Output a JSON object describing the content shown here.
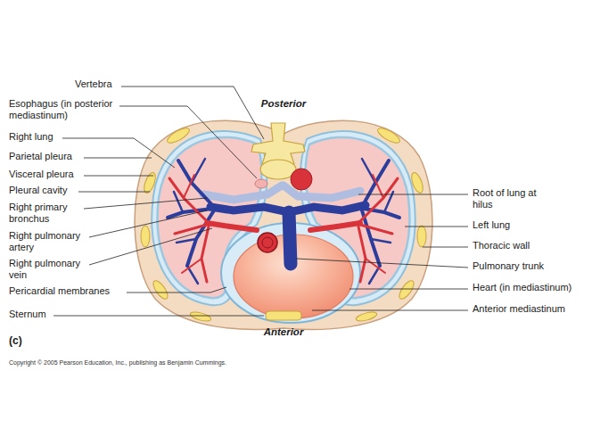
{
  "diagram": {
    "labels": [
      "Vertebra",
      "Posterior",
      "Esophagus (in posterior mediastinum)",
      "Right lung",
      "Parietal pleura",
      "Visceral pleura",
      "Pleural cavity",
      "Right primary bronchus",
      "Right pulmonary artery",
      "Right pulmonary vein",
      "Pericardial membranes",
      "Sternum",
      "Anterior",
      "Root of lung at hilus",
      "Left lung",
      "Thoracic wall",
      "Pulmonary trunk",
      "Heart (in mediastinum)",
      "Anterior mediastinum",
      "(c)",
      "Copyright © 2005 Pearson Education, Inc., publishing as Benjamin Cummings."
    ]
  }
}
